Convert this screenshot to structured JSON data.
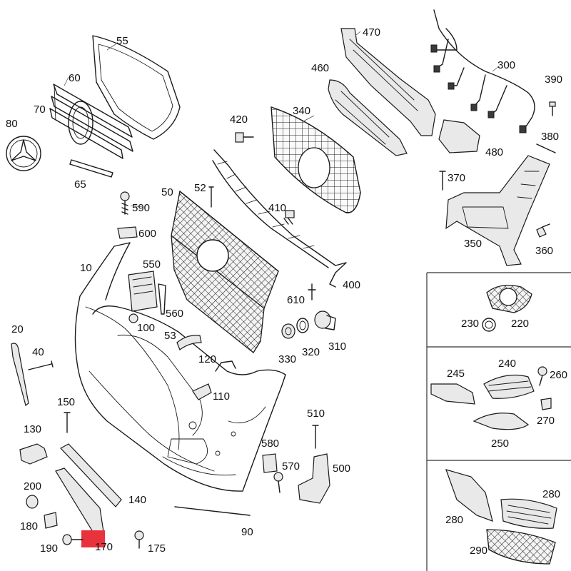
{
  "diagram": {
    "callouts": [
      {
        "id": "c55",
        "text": "55"
      },
      {
        "id": "c60",
        "text": "60"
      },
      {
        "id": "c70",
        "text": "70"
      },
      {
        "id": "c80",
        "text": "80"
      },
      {
        "id": "c65",
        "text": "65"
      },
      {
        "id": "c590",
        "text": "590"
      },
      {
        "id": "c600",
        "text": "600"
      },
      {
        "id": "c10",
        "text": "10"
      },
      {
        "id": "c550",
        "text": "550"
      },
      {
        "id": "c100",
        "text": "100"
      },
      {
        "id": "c560",
        "text": "560"
      },
      {
        "id": "c50",
        "text": "50"
      },
      {
        "id": "c52",
        "text": "52"
      },
      {
        "id": "c53",
        "text": "53"
      },
      {
        "id": "c420",
        "text": "420"
      },
      {
        "id": "c340",
        "text": "340"
      },
      {
        "id": "c410",
        "text": "410"
      },
      {
        "id": "c460",
        "text": "460"
      },
      {
        "id": "c470",
        "text": "470"
      },
      {
        "id": "c300",
        "text": "300"
      },
      {
        "id": "c390",
        "text": "390"
      },
      {
        "id": "c380",
        "text": "380"
      },
      {
        "id": "c480",
        "text": "480"
      },
      {
        "id": "c370",
        "text": "370"
      },
      {
        "id": "c350",
        "text": "350"
      },
      {
        "id": "c360",
        "text": "360"
      },
      {
        "id": "c400",
        "text": "400"
      },
      {
        "id": "c610",
        "text": "610"
      },
      {
        "id": "c310",
        "text": "310"
      },
      {
        "id": "c320",
        "text": "320"
      },
      {
        "id": "c330",
        "text": "330"
      },
      {
        "id": "c20",
        "text": "20"
      },
      {
        "id": "c40",
        "text": "40"
      },
      {
        "id": "c120",
        "text": "120"
      },
      {
        "id": "c110",
        "text": "110"
      },
      {
        "id": "c150",
        "text": "150"
      },
      {
        "id": "c130",
        "text": "130"
      },
      {
        "id": "c510",
        "text": "510"
      },
      {
        "id": "c580",
        "text": "580"
      },
      {
        "id": "c570",
        "text": "570"
      },
      {
        "id": "c500",
        "text": "500"
      },
      {
        "id": "c200",
        "text": "200"
      },
      {
        "id": "c180",
        "text": "180"
      },
      {
        "id": "c140",
        "text": "140"
      },
      {
        "id": "c90",
        "text": "90"
      },
      {
        "id": "c190",
        "text": "190"
      },
      {
        "id": "c170",
        "text": "170"
      },
      {
        "id": "c175",
        "text": "175"
      },
      {
        "id": "c230",
        "text": "230"
      },
      {
        "id": "c220",
        "text": "220"
      },
      {
        "id": "c245",
        "text": "245"
      },
      {
        "id": "c240",
        "text": "240"
      },
      {
        "id": "c260",
        "text": "260"
      },
      {
        "id": "c270",
        "text": "270"
      },
      {
        "id": "c250",
        "text": "250"
      },
      {
        "id": "c280a",
        "text": "280"
      },
      {
        "id": "c280b",
        "text": "280"
      },
      {
        "id": "c290",
        "text": "290"
      }
    ],
    "highlight_color": "#e8323c"
  }
}
